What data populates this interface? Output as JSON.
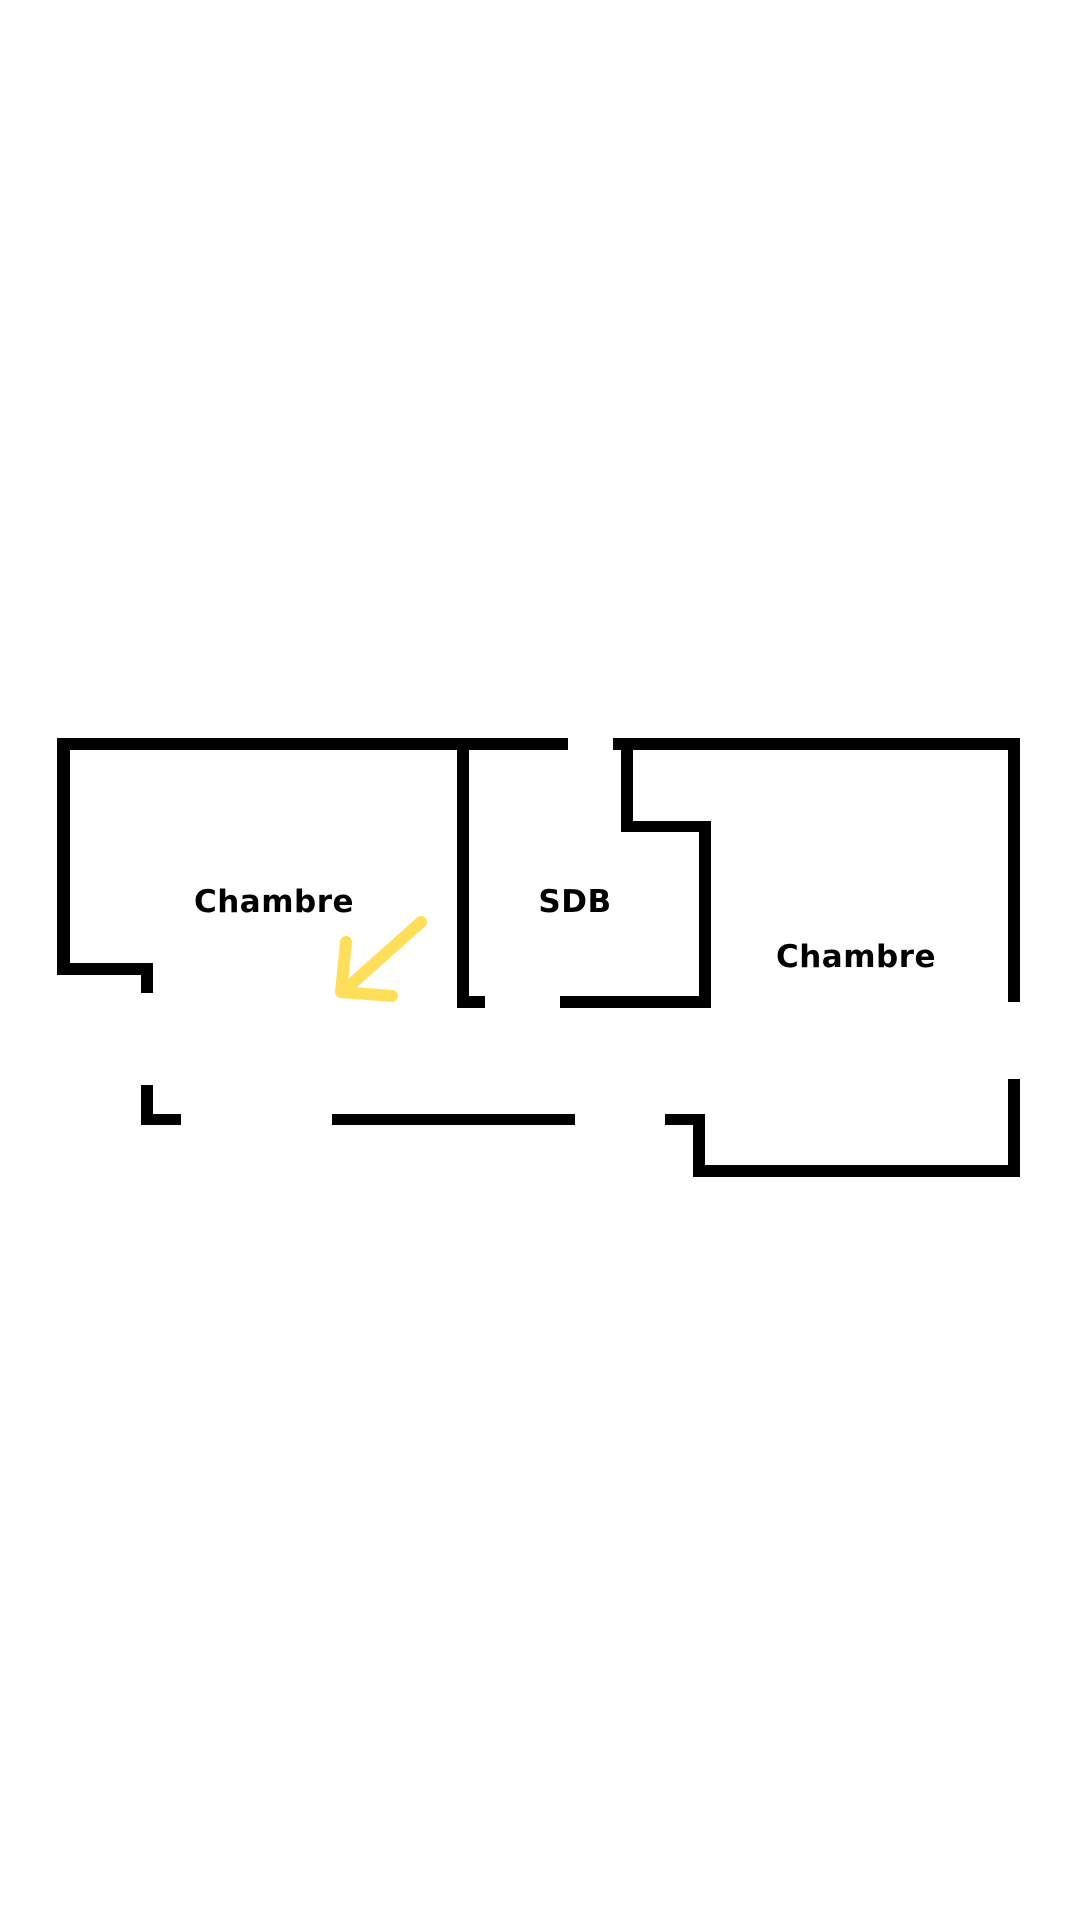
{
  "floorplan": {
    "rooms": [
      {
        "label": "Chambre"
      },
      {
        "label": "SDB"
      },
      {
        "label": "Chambre"
      }
    ],
    "wall_color": "#000000",
    "arrow_color": "#FFDF5A",
    "arrow_icon": "arrow-down-left-icon"
  }
}
